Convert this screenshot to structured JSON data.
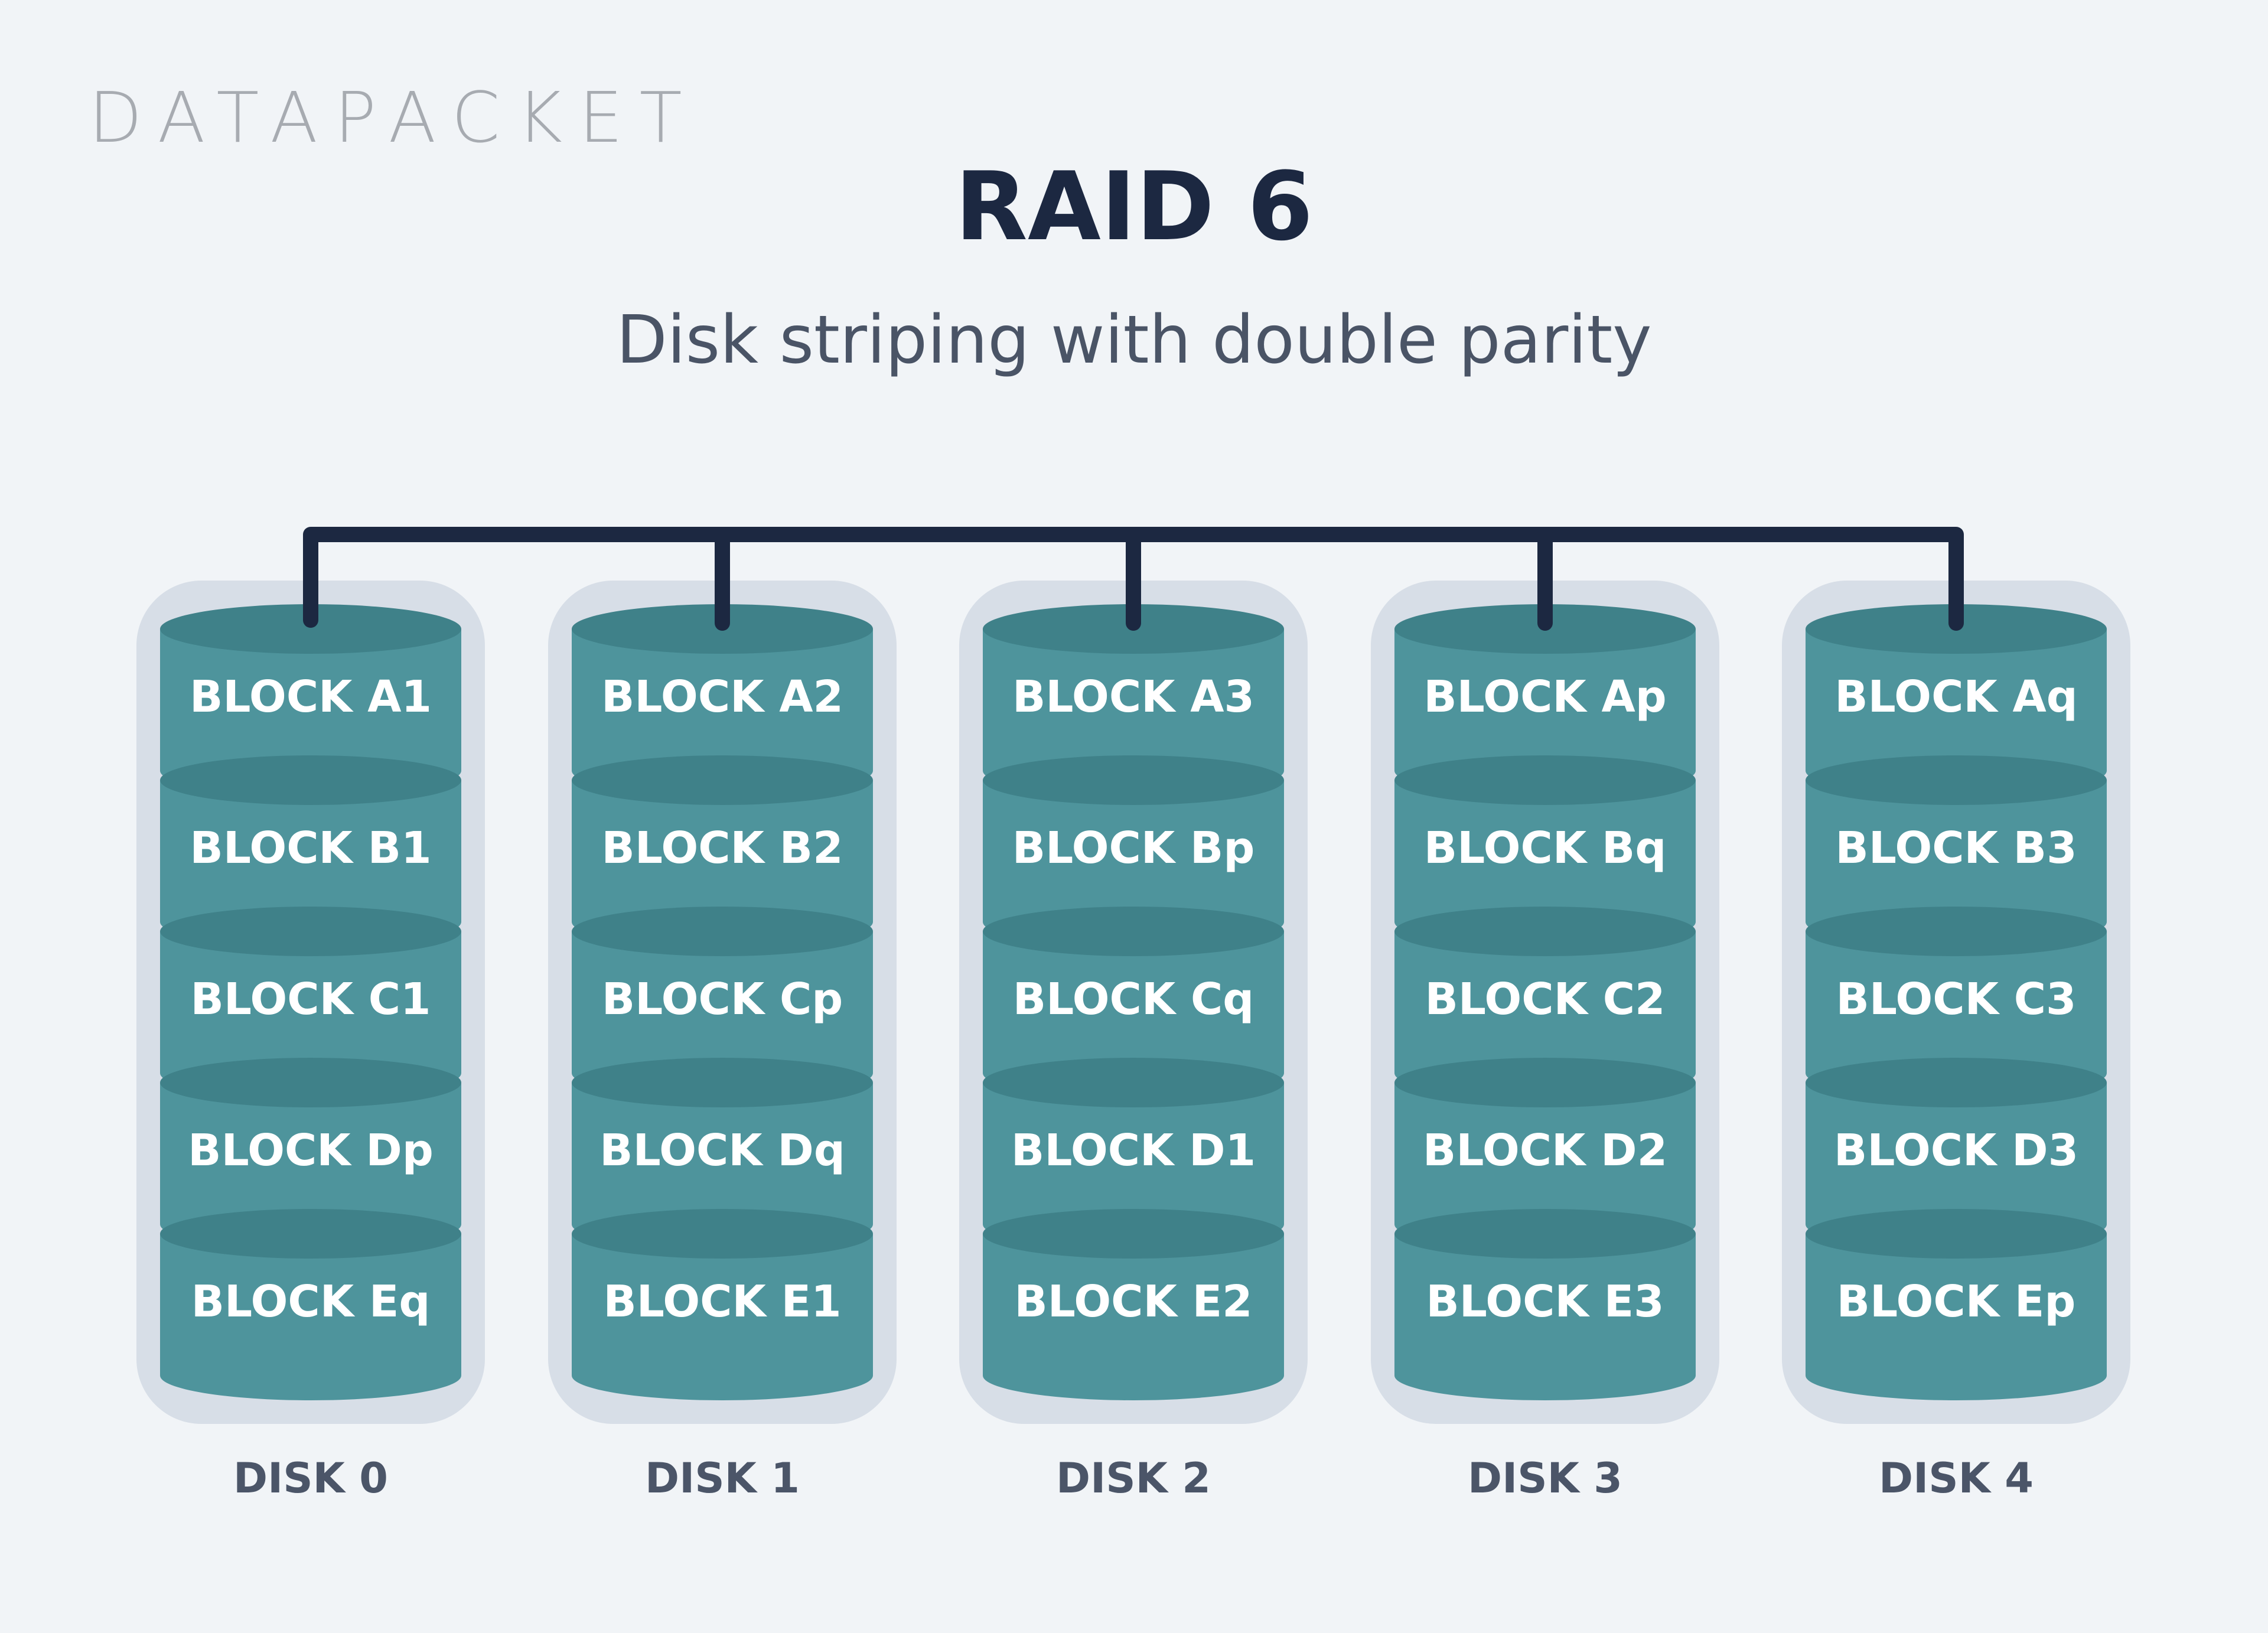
{
  "brand": {
    "logo_text": "DATAPACKET"
  },
  "header": {
    "title": "RAID 6",
    "subtitle": "Disk striping with double parity"
  },
  "colors": {
    "background": "#f1f4f7",
    "disk_body": "#4e949c",
    "disk_top": "#3f8189",
    "halo": "#d7dee7",
    "connector": "#1c2841",
    "title": "#1c2841"
  },
  "disks": [
    {
      "label": "DISK 0",
      "blocks": [
        "BLOCK A1",
        "BLOCK B1",
        "BLOCK C1",
        "BLOCK Dp",
        "BLOCK Eq"
      ]
    },
    {
      "label": "DISK 1",
      "blocks": [
        "BLOCK A2",
        "BLOCK B2",
        "BLOCK Cp",
        "BLOCK Dq",
        "BLOCK E1"
      ]
    },
    {
      "label": "DISK 2",
      "blocks": [
        "BLOCK A3",
        "BLOCK Bp",
        "BLOCK Cq",
        "BLOCK D1",
        "BLOCK E2"
      ]
    },
    {
      "label": "DISK 3",
      "blocks": [
        "BLOCK Ap",
        "BLOCK Bq",
        "BLOCK C2",
        "BLOCK D2",
        "BLOCK E3"
      ]
    },
    {
      "label": "DISK 4",
      "blocks": [
        "BLOCK Aq",
        "BLOCK B3",
        "BLOCK C3",
        "BLOCK D3",
        "BLOCK Ep"
      ]
    }
  ]
}
